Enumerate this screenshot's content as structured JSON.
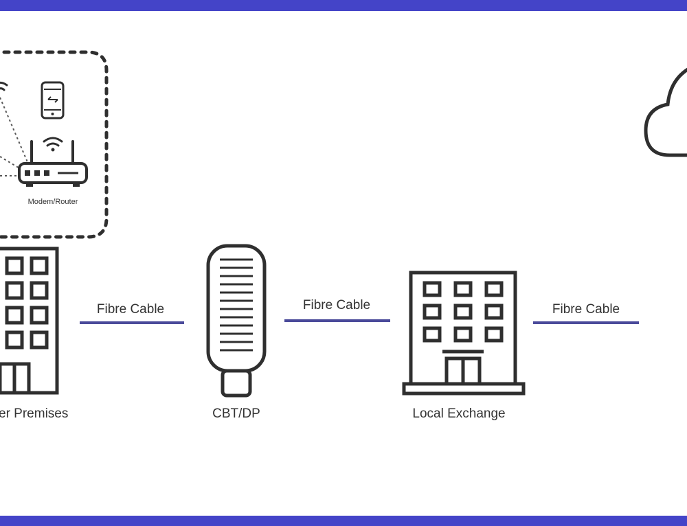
{
  "colors": {
    "frame": "#4444c8",
    "cable": "#4a4a9a",
    "icon": "#2f2f2f",
    "text": "#333333"
  },
  "nodes": {
    "premises": {
      "label": "er Premises"
    },
    "cbt": {
      "label": "CBT/DP"
    },
    "exchange": {
      "label": "Local Exchange"
    }
  },
  "router": {
    "label": "Modem/Router"
  },
  "cables": [
    {
      "label": "Fibre Cable"
    },
    {
      "label": "Fibre Cable"
    },
    {
      "label": "Fibre Cable"
    }
  ],
  "icons": [
    "wifi-icon",
    "smartphone-icon",
    "router-icon",
    "building-icon",
    "cabinet-icon",
    "exchange-building-icon",
    "cloud-icon"
  ]
}
